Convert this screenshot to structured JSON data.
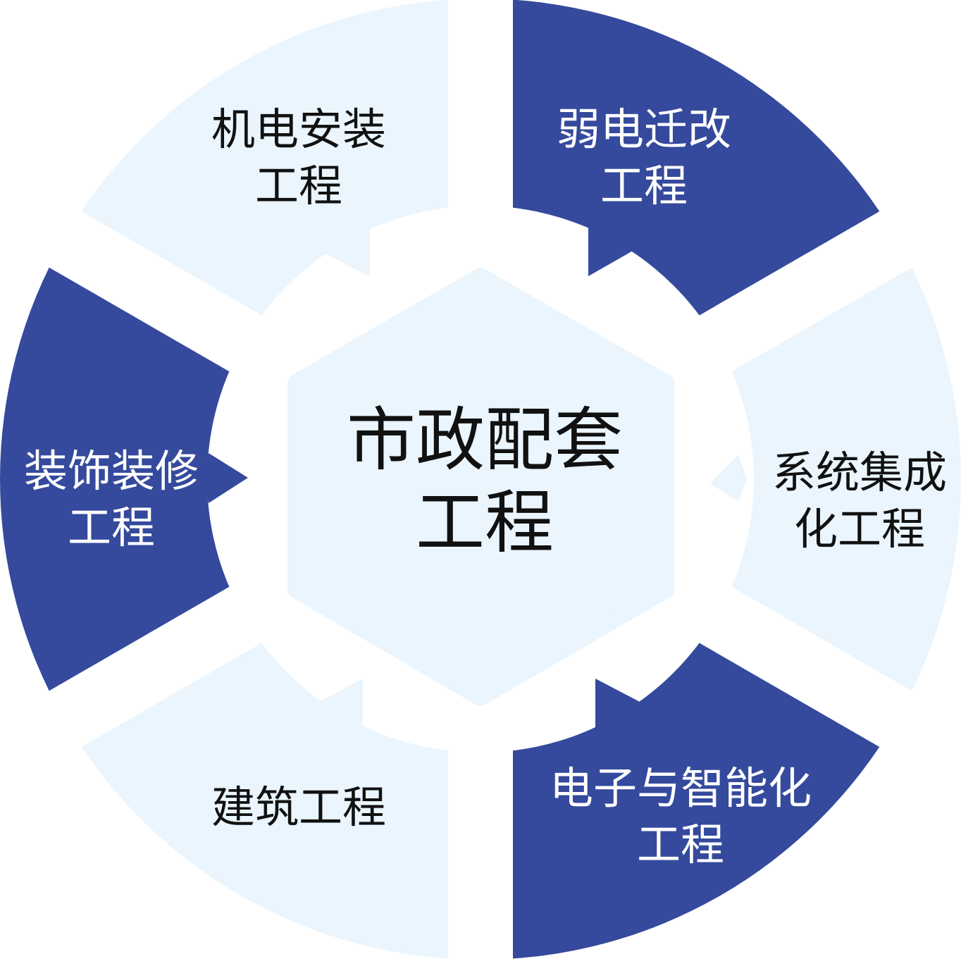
{
  "colors": {
    "dark": "#354a9c",
    "light": "#eaf5fd",
    "dark_text": "#ffffff",
    "light_text": "#111111"
  },
  "center": {
    "line1": "市政配套",
    "line2": "工程"
  },
  "segments": [
    {
      "id": "top-right",
      "tone": "dark",
      "line1": "弱电迁改",
      "line2": "工程"
    },
    {
      "id": "right",
      "tone": "light",
      "line1": "系统集成",
      "line2": "化工程"
    },
    {
      "id": "bottom-right",
      "tone": "dark",
      "line1": "电子与智能化",
      "line2": "工程"
    },
    {
      "id": "bottom-left",
      "tone": "light",
      "line1": "建筑工程",
      "line2": ""
    },
    {
      "id": "left",
      "tone": "dark",
      "line1": "装饰装修",
      "line2": "工程"
    },
    {
      "id": "top-left",
      "tone": "light",
      "line1": "机电安装",
      "line2": "工程"
    }
  ]
}
